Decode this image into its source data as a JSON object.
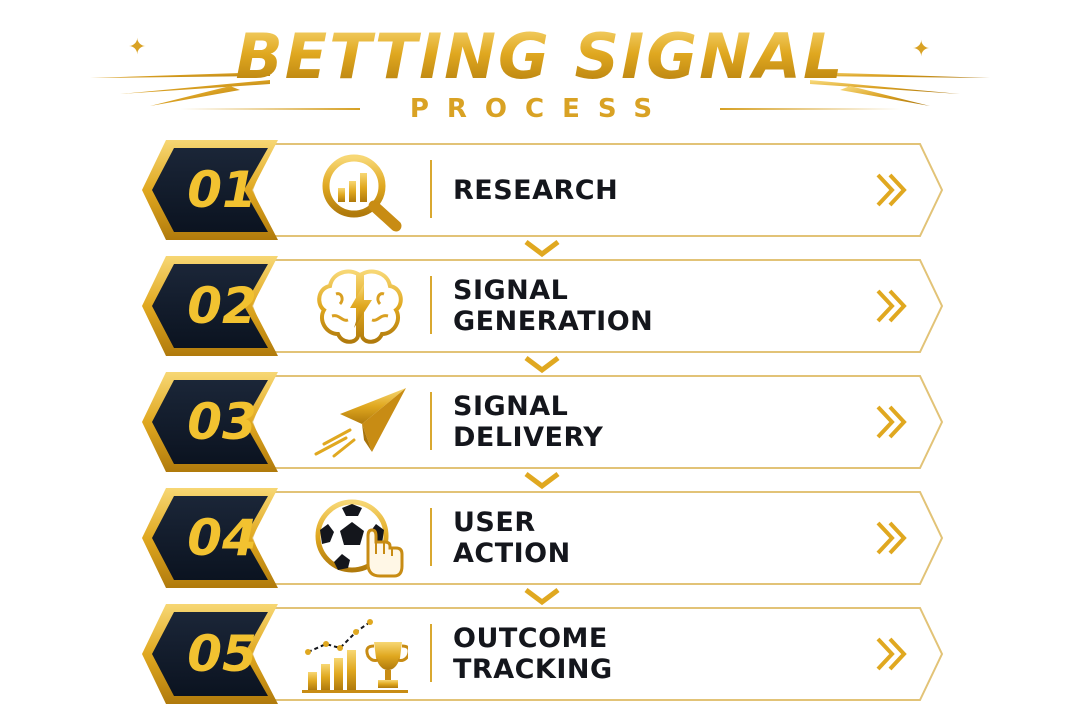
{
  "header": {
    "title": "BETTING SIGNAL",
    "subtitle": "PROCESS"
  },
  "colors": {
    "gold": "#e0a820",
    "gold_light": "#f7d774",
    "navy": "#0f1a2b",
    "text": "#14161c"
  },
  "steps": [
    {
      "number": "01",
      "line1": "RESEARCH",
      "line2": "",
      "icon": "magnifier-bar-chart-icon"
    },
    {
      "number": "02",
      "line1": "SIGNAL",
      "line2": "GENERATION",
      "icon": "brain-lightning-icon"
    },
    {
      "number": "03",
      "line1": "SIGNAL",
      "line2": "DELIVERY",
      "icon": "paper-plane-icon"
    },
    {
      "number": "04",
      "line1": "USER",
      "line2": "ACTION",
      "icon": "soccer-ball-tap-icon"
    },
    {
      "number": "05",
      "line1": "OUTCOME",
      "line2": "TRACKING",
      "icon": "growth-chart-trophy-icon"
    }
  ]
}
